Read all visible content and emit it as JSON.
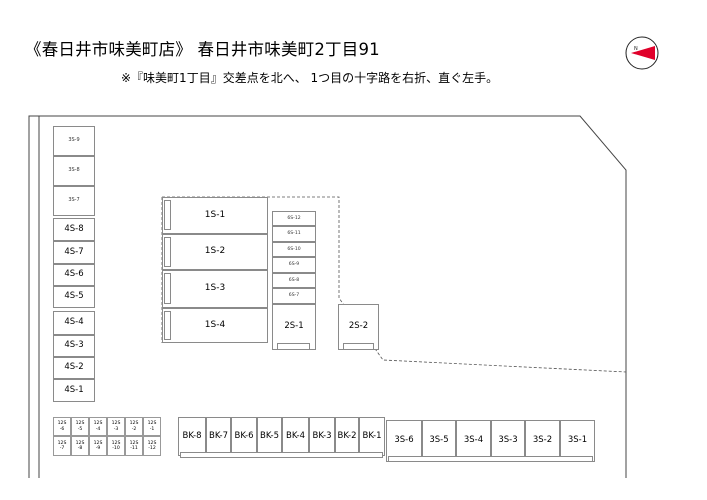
{
  "header": {
    "title": "《春日井市味美町店》 春日井市味美町2丁目91",
    "note": "※『味美町1丁目』交差点を北へ、 1つ目の十字路を右折、直ぐ左手。"
  },
  "compass": {
    "icon": "north-arrow-icon",
    "label": "N",
    "color": "#e0002a"
  },
  "units": {
    "s3_9": "3S-9",
    "s3_8": "3S-8",
    "s3_7": "3S-7",
    "s4_8": "4S-8",
    "s4_7": "4S-7",
    "s4_6": "4S-6",
    "s4_5": "4S-5",
    "s4_4": "4S-4",
    "s4_3": "4S-3",
    "s4_2": "4S-2",
    "s4_1": "4S-1",
    "s1_1": "1S-1",
    "s1_2": "1S-2",
    "s1_3": "1S-3",
    "s1_4": "1S-4",
    "s6_12": "6S-12",
    "s6_11": "6S-11",
    "s6_10": "6S-10",
    "s6_9": "6S-9",
    "s6_8": "6S-8",
    "s6_7": "6S-7",
    "s2_1": "2S-1",
    "s2_2": "2S-2",
    "s12_6": "12S\n-6",
    "s12_5": "12S\n-5",
    "s12_4": "12S\n-4",
    "s12_3": "12S\n-3",
    "s12_2": "12S\n-2",
    "s12_1": "12S\n-1",
    "s12_7": "12S\n-7",
    "s12_8": "12S\n-8",
    "s12_9": "12S\n-9",
    "s12_10": "12S\n-10",
    "s12_11": "12S\n-11",
    "s12_12": "12S\n-12",
    "bk8": "BK-8",
    "bk7": "BK-7",
    "bk6": "BK-6",
    "bk5": "BK-5",
    "bk4": "BK-4",
    "bk3": "BK-3",
    "bk2": "BK-2",
    "bk1": "BK-1",
    "s3_6": "3S-6",
    "s3_5": "3S-5",
    "s3_4": "3S-4",
    "s3_3": "3S-3",
    "s3_2": "3S-2",
    "s3_1": "3S-1"
  }
}
